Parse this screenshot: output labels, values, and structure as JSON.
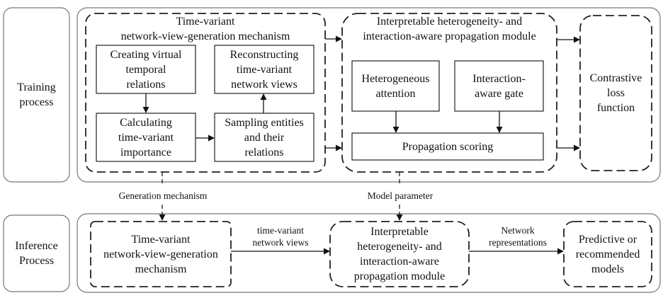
{
  "phases": {
    "training": "Training\nprocess",
    "inference": "Inference\nProcess"
  },
  "training": {
    "tvm_title": "Time-variant\nnetwork-view-generation mechanism",
    "creating": "Creating virtual\ntemporal\nrelations",
    "reconstructing": "Reconstructing\ntime-variant\nnetwork views",
    "calculating": "Calculating\ntime-variant\nimportance",
    "sampling": "Sampling entities\nand their\nrelations",
    "ihp_title": "Interpretable heterogeneity- and\ninteraction-aware propagation module",
    "hetero": "Heterogeneous\nattention",
    "gate": "Interaction-\naware gate",
    "scoring": "Propagation scoring",
    "contrastive": "Contrastive\nloss\nfunction"
  },
  "connectors": {
    "generation": "Generation mechanism",
    "model_param": "Model parameter"
  },
  "inference": {
    "tvm": "Time-variant\nnetwork-view-generation\nmechanism",
    "views_label": "time-variant\nnetwork views",
    "ihp": "Interpretable\nheterogeneity- and\ninteraction-aware\npropagation module",
    "repr_label": "Network\nrepresentations",
    "predictive": "Predictive or\nrecommended\nmodels"
  },
  "colors": {
    "stroke": "#222222",
    "panel": "#555555",
    "text": "#111111"
  }
}
